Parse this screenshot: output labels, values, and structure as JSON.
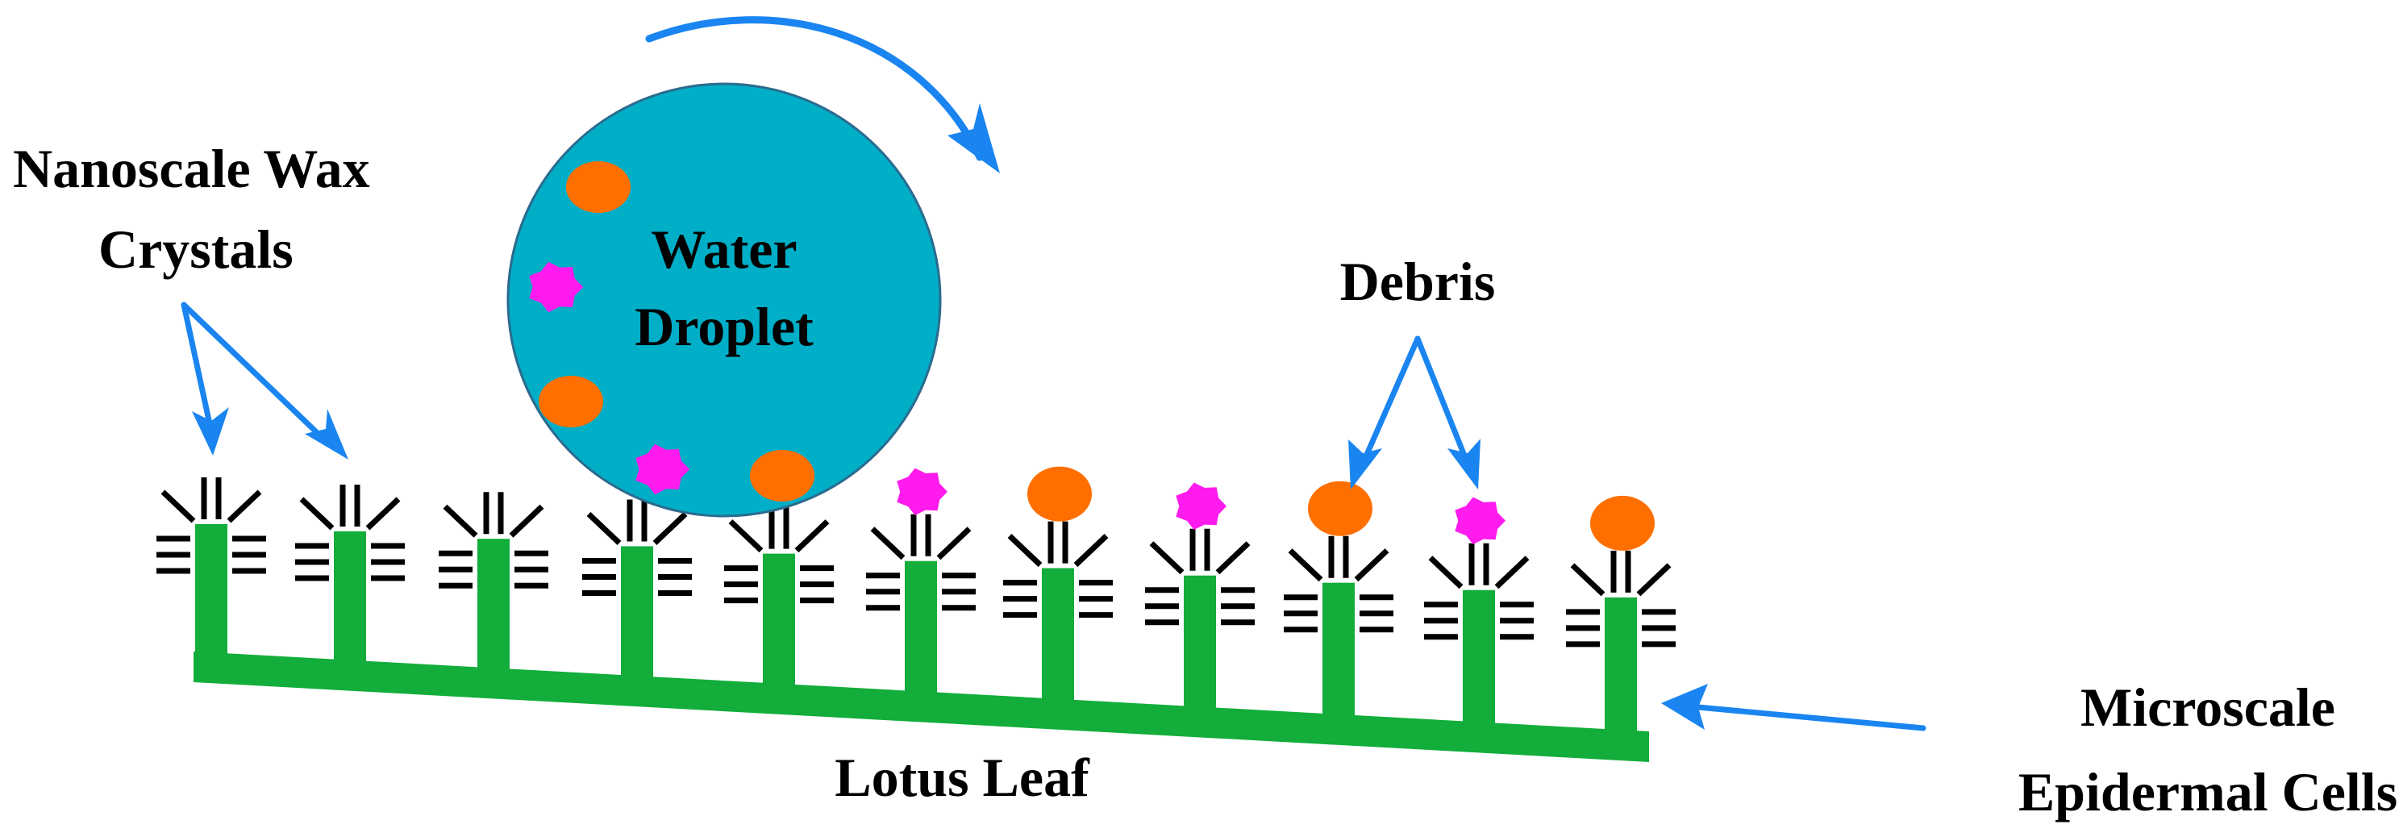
{
  "labels": {
    "wax_line1": "Nanoscale Wax",
    "wax_line2": "Crystals",
    "droplet_line1": "Water",
    "droplet_line2": "Droplet",
    "debris": "Debris",
    "leaf": "Lotus Leaf",
    "cells_line1": "Microscale",
    "cells_line2": "Epidermal Cells"
  },
  "colors": {
    "leaf_green": "#12ad3a",
    "droplet_blue": "#00aec7",
    "droplet_outline": "#2b6b8f",
    "arrow_blue": "#1a85f0",
    "debris_orange": "#ff6f00",
    "debris_magenta": "#ff1aee",
    "wax_black": "#000000"
  },
  "debris_on_pillars": [
    "magenta",
    "orange",
    "magenta",
    "orange",
    "magenta",
    "orange"
  ],
  "debris_in_droplet": [
    "orange",
    "magenta",
    "orange",
    "magenta",
    "orange"
  ]
}
